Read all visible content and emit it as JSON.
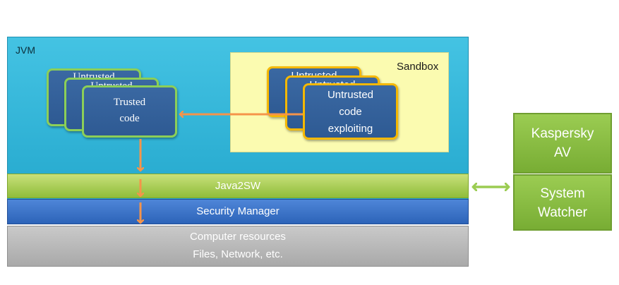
{
  "jvm": {
    "label": "JVM"
  },
  "sandbox": {
    "label": "Sandbox"
  },
  "trusted_stack": {
    "back_card": "Untrusted",
    "middle_card": "Untrusted",
    "front_card_line1": "Trusted",
    "front_card_line2": "code"
  },
  "sandbox_stack": {
    "back_card": "Untrusted",
    "middle_card": "Untrusted",
    "front_card_line1": "Untrusted",
    "front_card_line2": "code",
    "front_card_line3": "exploiting"
  },
  "layers": {
    "java2sw": "Java2SW",
    "security_manager": "Security Manager",
    "resources_line1": "Computer resources",
    "resources_line2": "Files, Network, etc."
  },
  "kaspersky": {
    "av_line1": "Kaspersky",
    "av_line2": "AV",
    "watcher_line1": "System",
    "watcher_line2": "Watcher"
  },
  "colors": {
    "jvm": "#2fb4d9",
    "sandbox": "#fbfbb0",
    "trusted_border": "#8ccf58",
    "untrusted_border": "#f5b800",
    "flow_arrow": "#f5944a",
    "link_arrow": "#9bcc52"
  }
}
